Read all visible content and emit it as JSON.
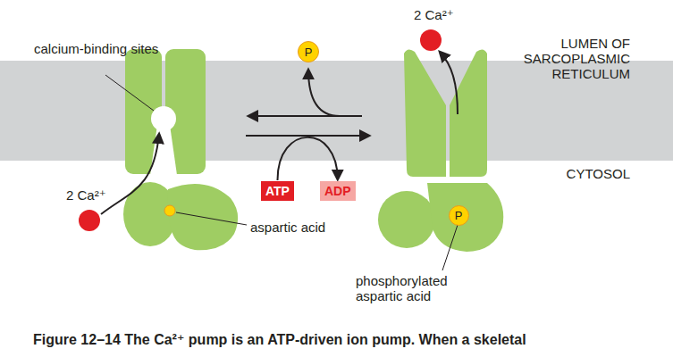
{
  "diagram": {
    "caption": "Figure 12–14 The Ca²⁺ pump is an ATP-driven ion pump. When a skeletal",
    "nodes": [
      {
        "text": [
          "P"
        ]
      },
      {
        "text": [
          "ATP"
        ]
      },
      {
        "text": [
          "ADP"
        ]
      },
      {
        "text": [
          "P"
        ]
      }
    ],
    "edges": [
      {
        "from": 1,
        "to": 2,
        "arrow": "to"
      }
    ],
    "labels": [
      "calcium-binding sites",
      "2 Ca²⁺",
      "aspartic acid",
      "2 Ca²⁺",
      "LUMEN OF SARCOPLASMIC RETICULUM",
      "CYTOSOL",
      "phosphorylated aspartic acid"
    ]
  }
}
